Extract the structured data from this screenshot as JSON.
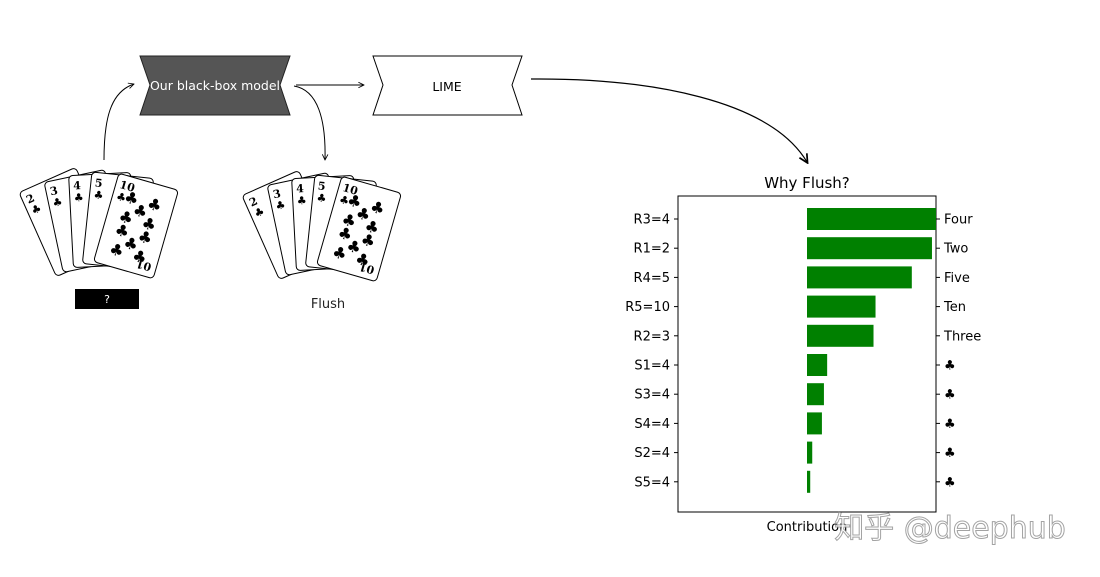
{
  "diagram": {
    "model_label": "Our black-box model",
    "lime_label": "LIME",
    "hidden_label": "?",
    "output_label": "Flush",
    "left_hand_ranks": [
      "2",
      "3",
      "4",
      "5",
      "10"
    ],
    "right_hand_ranks": [
      "2",
      "3",
      "4",
      "5",
      "10"
    ],
    "card_corner_bottom": "01",
    "suit_symbol": "♣"
  },
  "chart_data": {
    "type": "bar",
    "orientation": "horizontal",
    "title": "Why Flush?",
    "xlabel": "Contribution",
    "ylabel": "",
    "categories": [
      "R3=4",
      "R1=2",
      "R4=5",
      "R5=10",
      "R2=3",
      "S1=4",
      "S3=4",
      "S4=4",
      "S2=4",
      "S5=4"
    ],
    "right_labels": [
      "Four",
      "Two",
      "Five",
      "Ten",
      "Three",
      "♣",
      "♣",
      "♣",
      "♣",
      "♣"
    ],
    "values": [
      0.32,
      0.31,
      0.26,
      0.17,
      0.165,
      0.05,
      0.042,
      0.037,
      0.013,
      0.008
    ],
    "xlim": [
      -0.32,
      0.32
    ],
    "bar_color": "#008000",
    "grid": false
  },
  "watermark": "知乎 @deephub"
}
